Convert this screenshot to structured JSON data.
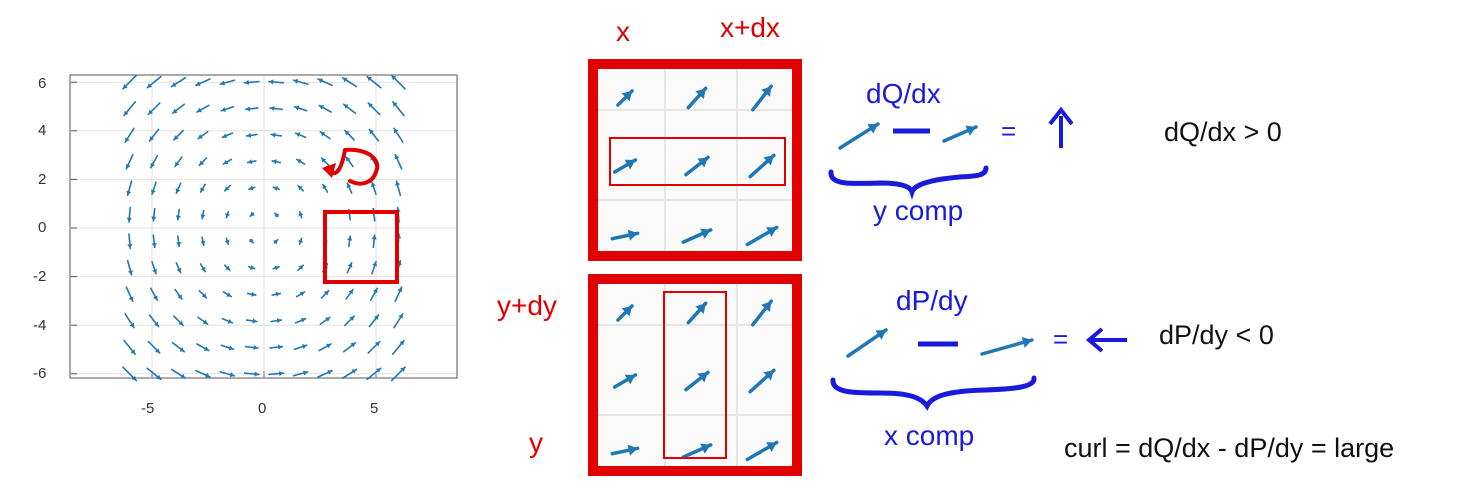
{
  "plot": {
    "x_ticks": [
      "-5",
      "0",
      "5"
    ],
    "y_ticks": [
      "6",
      "4",
      "2",
      "0",
      "-2",
      "-4",
      "-6"
    ]
  },
  "labels": {
    "x": "x",
    "x_plus_dx": "x+dx",
    "y_plus_dy": "y+dy",
    "y": "y",
    "dq_dx": "dQ/dx",
    "y_comp": "y comp",
    "eq_sign_top": "=",
    "dq_dx_result": "dQ/dx > 0",
    "dp_dy": "dP/dy",
    "x_comp": "x comp",
    "eq_sign_bottom": "=",
    "dp_dy_result": "dP/dy < 0",
    "curl": "curl = dQ/dx - dP/dy = large"
  },
  "icons": {
    "up_arrow": "up-arrow-icon",
    "left_arrow": "left-arrow-icon",
    "curl_arrow": "counterclockwise-curl-icon"
  },
  "colors": {
    "vector": "#1f77b4",
    "highlight": "#e00000",
    "annotation": "#1a1adc"
  }
}
